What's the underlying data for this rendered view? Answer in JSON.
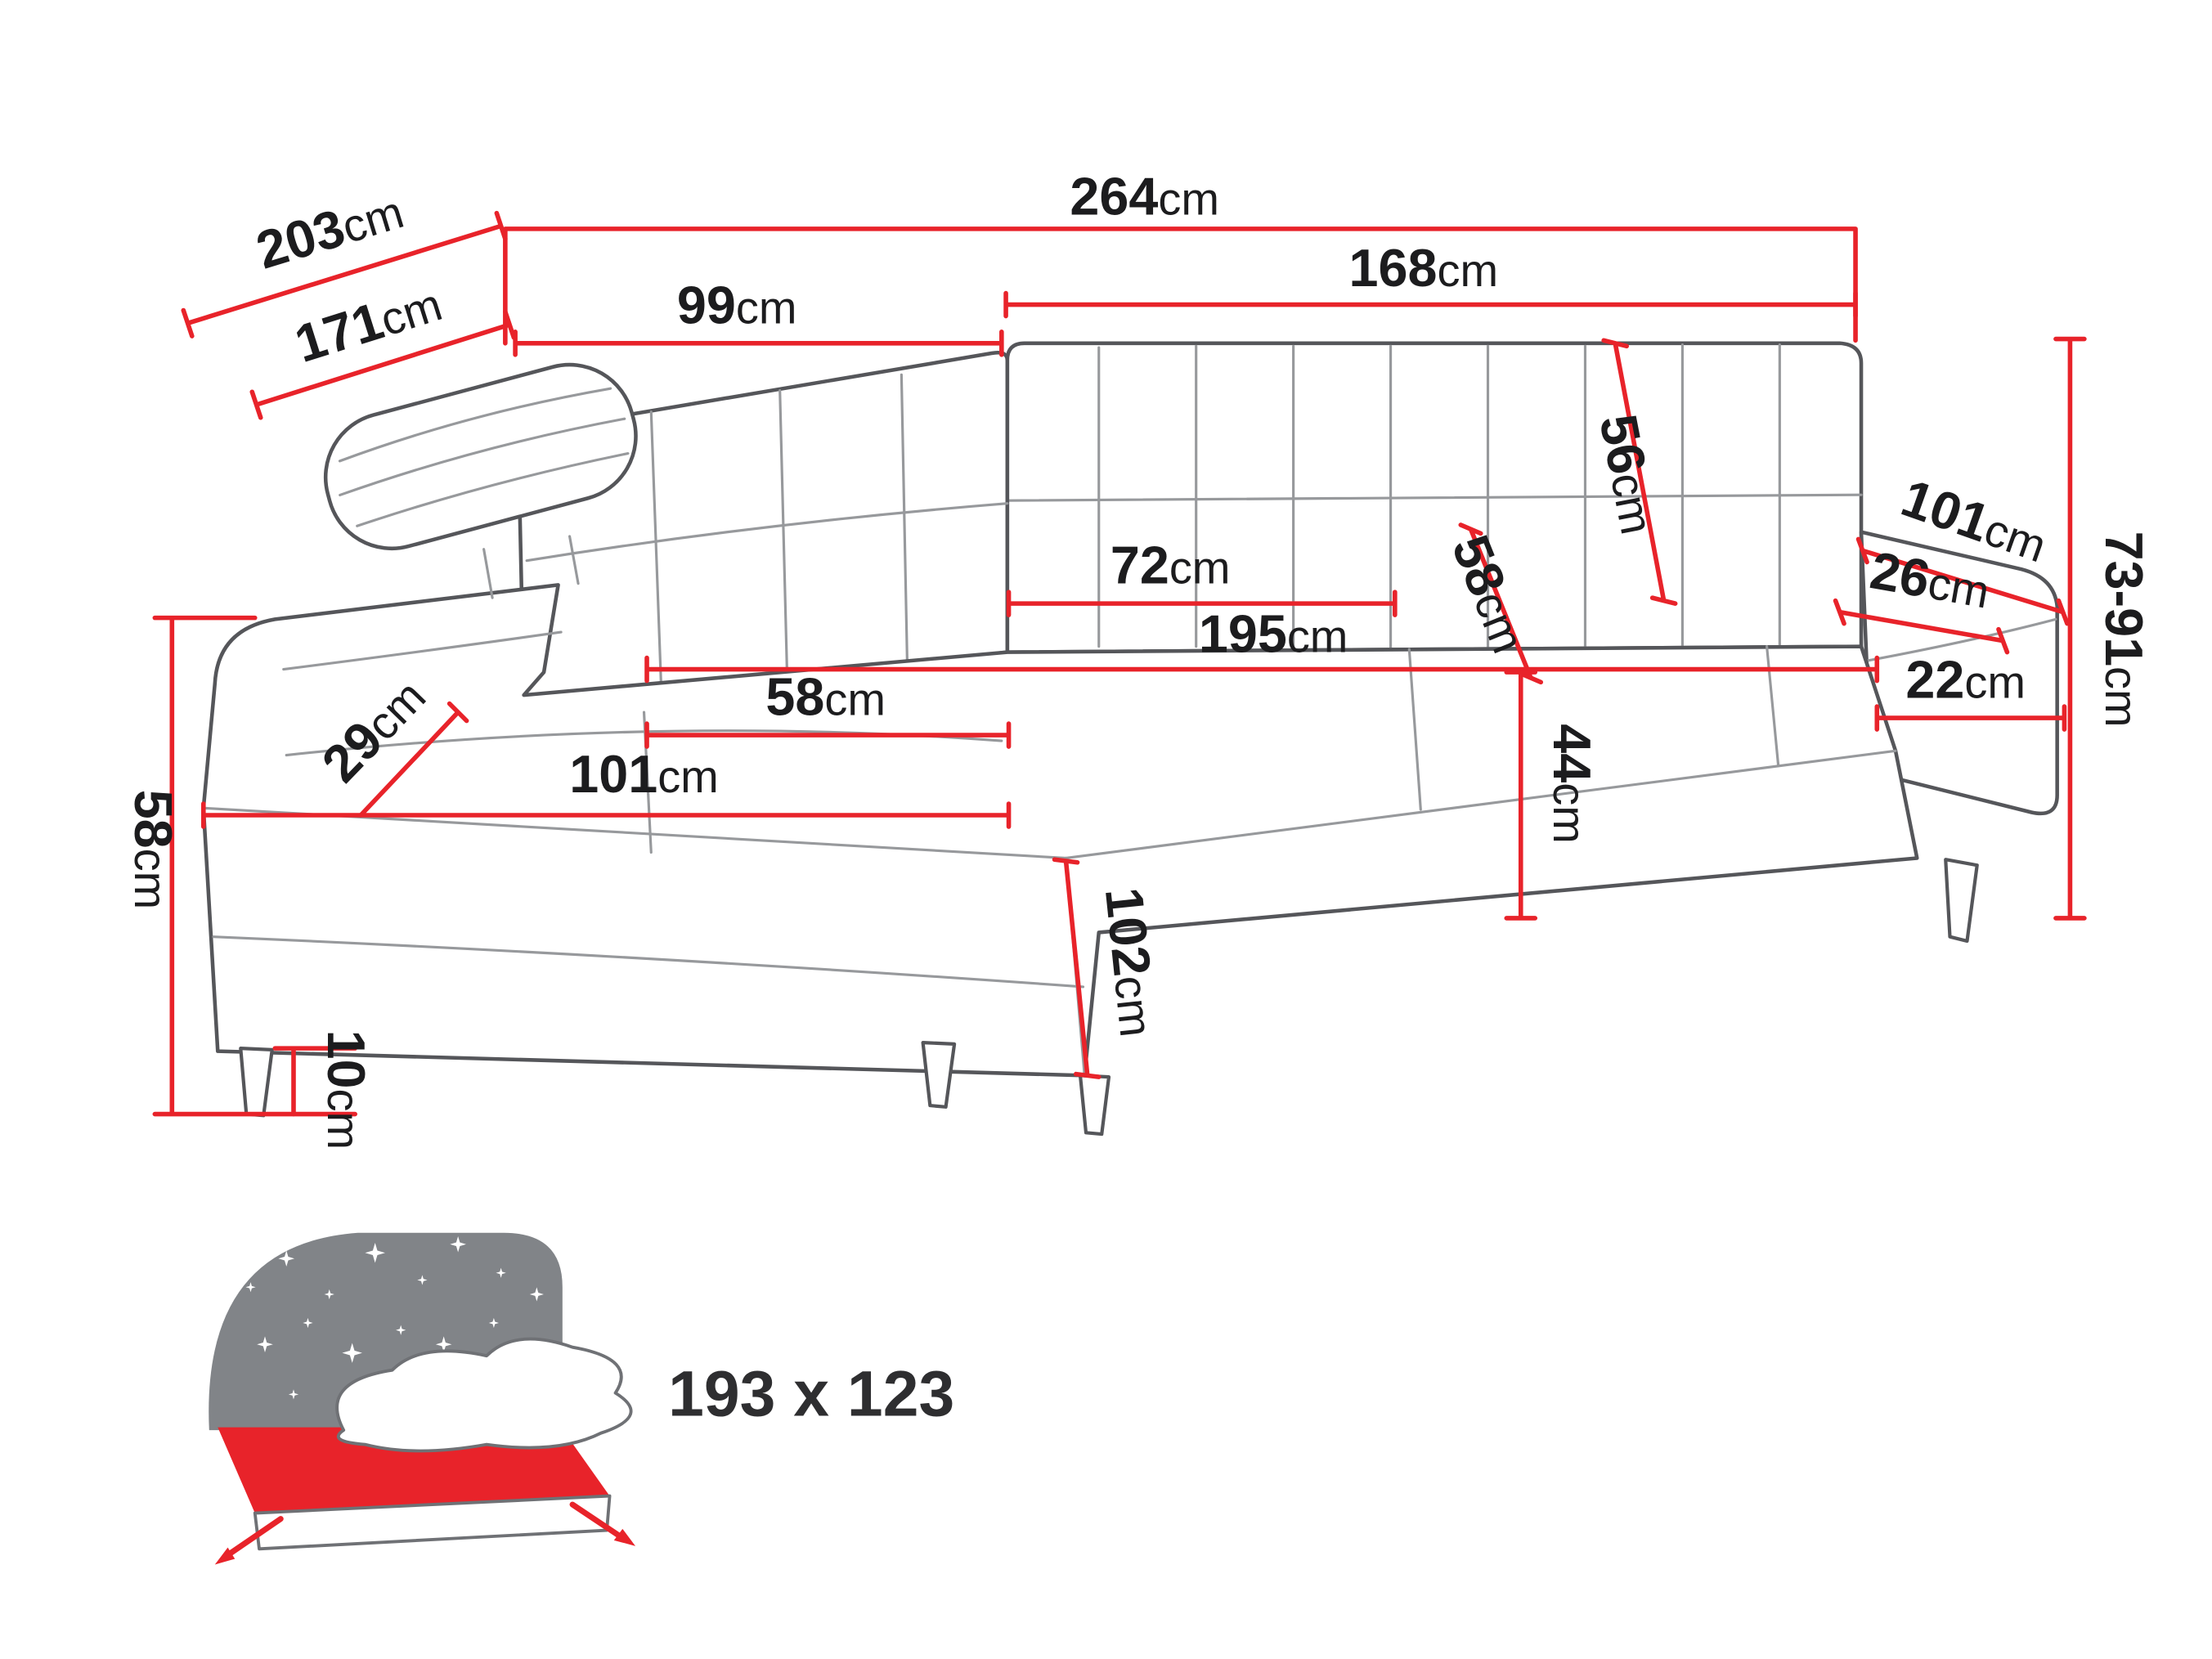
{
  "diagram": {
    "type": "corner-sofa-dimension-diagram",
    "measurements": {
      "total_width": {
        "value": "264",
        "unit": "cm"
      },
      "total_depth": {
        "value": "203",
        "unit": "cm"
      },
      "inner_depth": {
        "value": "171",
        "unit": "cm"
      },
      "left_back_width": {
        "value": "99",
        "unit": "cm"
      },
      "right_back_width": {
        "value": "168",
        "unit": "cm"
      },
      "backrest_height": {
        "value": "56",
        "unit": "cm"
      },
      "armrest_diagonal": {
        "value": "101",
        "unit": "cm"
      },
      "armrest_top_width": {
        "value": "26",
        "unit": "cm"
      },
      "adjustable_height": {
        "value": "73-91",
        "unit": "cm"
      },
      "seat_cushion_width": {
        "value": "72",
        "unit": "cm"
      },
      "seat_depth": {
        "value": "58",
        "unit": "cm"
      },
      "seat_width": {
        "value": "195",
        "unit": "cm"
      },
      "armrest_width": {
        "value": "22",
        "unit": "cm"
      },
      "chaise_cushion_width": {
        "value": "58",
        "unit": "cm"
      },
      "corner_inset": {
        "value": "29",
        "unit": "cm"
      },
      "chaise_length": {
        "value": "101",
        "unit": "cm"
      },
      "seat_height": {
        "value": "44",
        "unit": "cm"
      },
      "side_height": {
        "value": "58",
        "unit": "cm"
      },
      "leg_height": {
        "value": "10",
        "unit": "cm"
      },
      "chaise_front_height": {
        "value": "102",
        "unit": "cm"
      }
    },
    "sleeping_area": {
      "label": "193 x 123"
    },
    "colors": {
      "dimension_red": "#e8232a",
      "outline_gray": "#55565a",
      "seam_gray": "#97999c",
      "headboard_gray": "#818488",
      "text_black": "#1c1c1e"
    }
  }
}
